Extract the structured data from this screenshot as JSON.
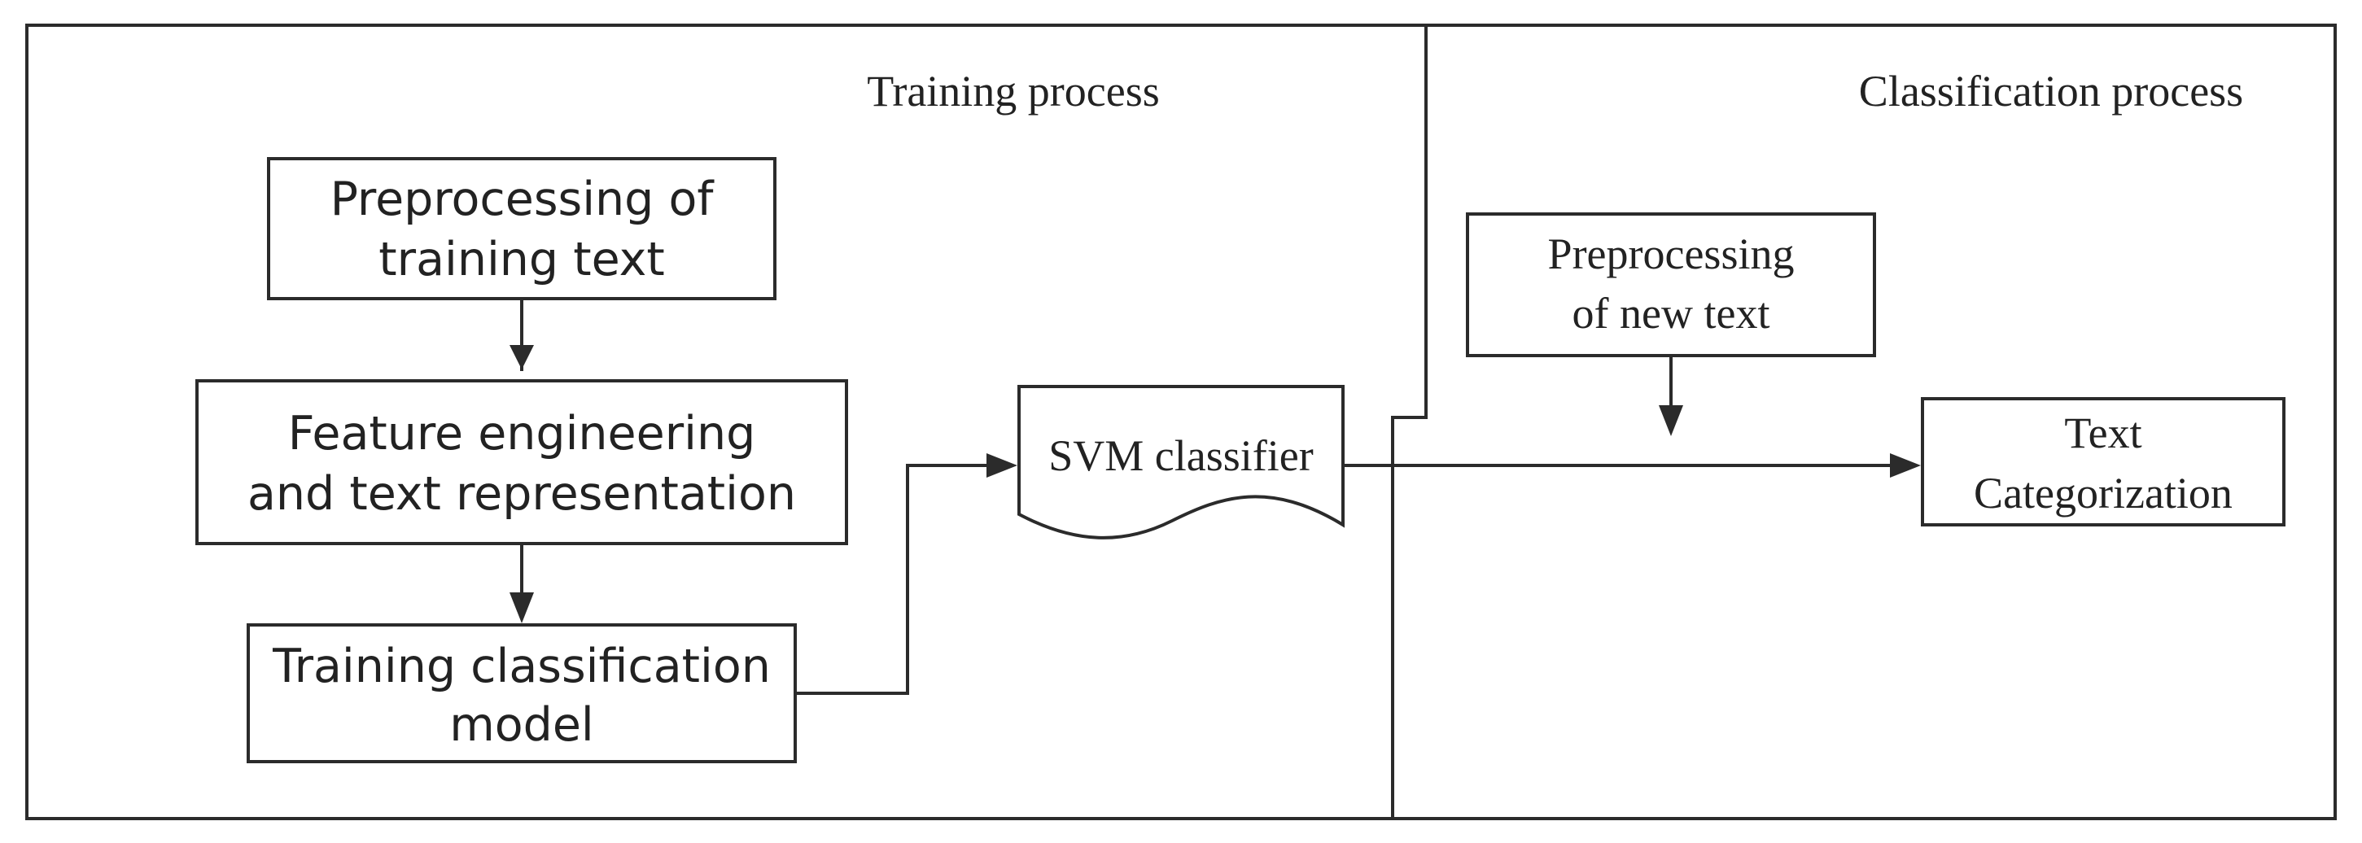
{
  "sections": {
    "training_title": "Training process",
    "classification_title": "Classification process"
  },
  "nodes": {
    "preprocessing_training": [
      "Preprocessing of",
      "training text"
    ],
    "feature_engineering": [
      "Feature engineering",
      "and text representation"
    ],
    "training_model": [
      "Training classification",
      "model"
    ],
    "svm_classifier": [
      "SVM  classifier"
    ],
    "preprocessing_new": [
      "Preprocessing",
      "of new text"
    ],
    "text_categorization": [
      "Text",
      "Categorization"
    ]
  },
  "colors": {
    "stroke": "#2b2b2b",
    "text": "#222222",
    "background": "#ffffff"
  }
}
